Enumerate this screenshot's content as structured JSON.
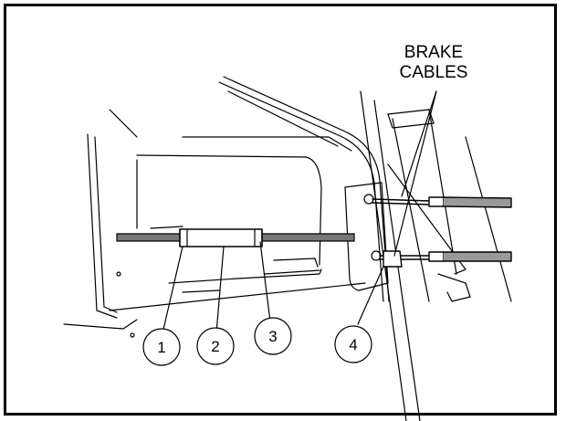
{
  "callout_label": {
    "line1": "BRAKE",
    "line2": "CABLES"
  },
  "callouts": [
    {
      "id": "callout-1",
      "number": "1"
    },
    {
      "id": "callout-2",
      "number": "2"
    },
    {
      "id": "callout-3",
      "number": "3"
    },
    {
      "id": "callout-4",
      "number": "4"
    }
  ]
}
